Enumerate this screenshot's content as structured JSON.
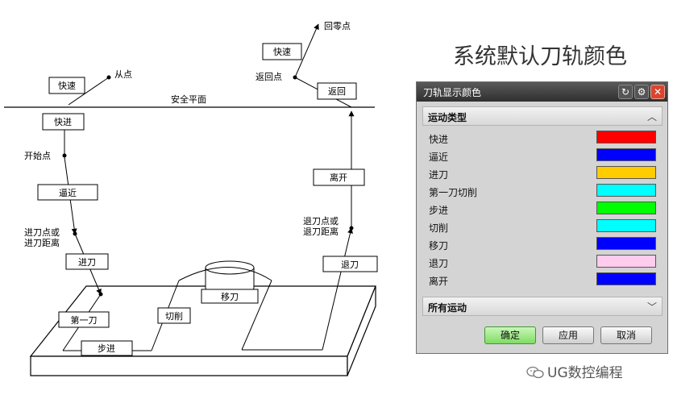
{
  "diagram": {
    "labels": {
      "kuaisu_top": "快速",
      "huilingdian": "回零点",
      "kuaisu_left": "快速",
      "congdian": "从点",
      "fanhuidian": "返回点",
      "fanhui": "返回",
      "anquan": "安全平面",
      "kuaijin": "快进",
      "kaishidian": "开始点",
      "bijin": "逼近",
      "likai": "离开",
      "tuidaodian_1": "退刀点或",
      "tuidaodian_2": "退刀距离",
      "jindaodian_1": "进刀点或",
      "jindaodian_2": "进刀距离",
      "jindao": "进刀",
      "tuidao": "退刀",
      "yidao": "移刀",
      "qiexiao": "切削",
      "diyidao": "第一刀",
      "bujin": "步进"
    }
  },
  "page_title": "系统默认刀轨颜色",
  "dialog": {
    "title": "刀轨显示颜色",
    "icons": {
      "reset": "reset-icon",
      "settings": "gear-icon",
      "close": "close-icon"
    },
    "section_motion": "运动类型",
    "section_all": "所有运动",
    "rows": [
      {
        "label": "快进",
        "color": "#ff0000"
      },
      {
        "label": "逼近",
        "color": "#0000ff"
      },
      {
        "label": "进刀",
        "color": "#ffcc00"
      },
      {
        "label": "第一刀切削",
        "color": "#00ffff"
      },
      {
        "label": "步进",
        "color": "#00ff00"
      },
      {
        "label": "切削",
        "color": "#00ffff"
      },
      {
        "label": "移刀",
        "color": "#0000ff"
      },
      {
        "label": "退刀",
        "color": "#ffccee"
      },
      {
        "label": "离开",
        "color": "#0000ff"
      }
    ],
    "buttons": {
      "ok": "确定",
      "apply": "应用",
      "cancel": "取消"
    }
  },
  "watermark": "UG数控编程"
}
